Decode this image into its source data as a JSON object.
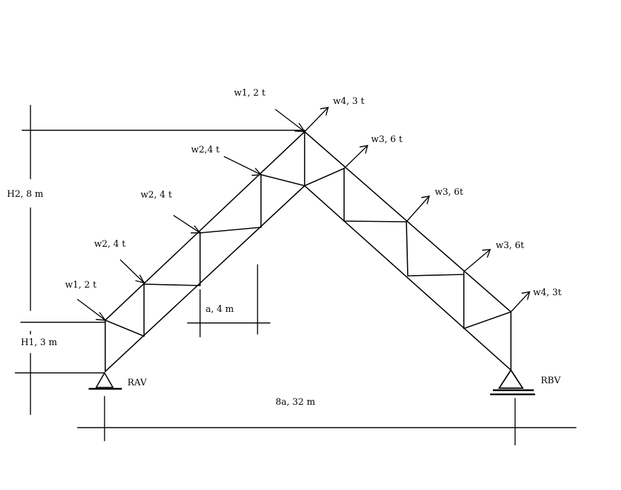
{
  "labels": {
    "h2": "H2, 8 m",
    "h1": "H1, 3 m",
    "a": "a, 4 m",
    "span": "8a, 32 m",
    "rav": "RAV",
    "rbv": "RBV"
  },
  "loads": {
    "w1_top": "w1, 2 t",
    "w4_top": "w4, 3 t",
    "w2_a": "w2,4 t",
    "w2_b": "w2, 4 t",
    "w2_c": "w2, 4 t",
    "w1_left": "w1, 2 t",
    "w3_a": "w3, 6 t",
    "w3_b": "w3, 6t",
    "w3_c": "w3, 6t",
    "w4_right": "w4, 3t"
  }
}
